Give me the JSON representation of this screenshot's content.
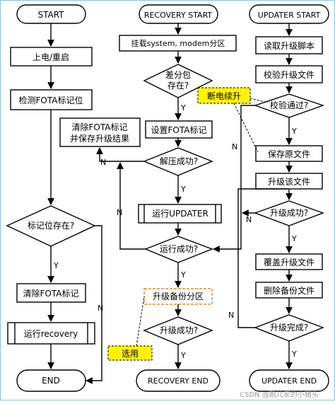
{
  "terminals": {
    "start": "START",
    "recovery_start": "RECOVERY START",
    "updater_start": "UPDATER START",
    "end": "END",
    "recovery_end": "RECOVERY END",
    "updater_end": "UPDATER END"
  },
  "col1": {
    "power_on": "上电/重启",
    "detect_flag": "检测FOTA标记位",
    "flag_exists": "标记位存在?",
    "clear_flag": "清除FOTA标记",
    "run_recovery": "运行recovery",
    "clear_save_line1": "清除FOTA标记",
    "clear_save_line2": "并保存升级结果"
  },
  "col2": {
    "mount": "挂载system, modem分区",
    "diff_line1": "差分包",
    "diff_line2": "存在?",
    "set_flag": "设置FOTA标记",
    "unzip_ok": "解压成功?",
    "run_updater": "运行UPDATER",
    "run_ok": "运行成功?",
    "backup": "升级备份分区",
    "upgrade_ok": "升级成功?"
  },
  "col3": {
    "read_script": "读取升级脚本",
    "verify_file": "校验升级文件",
    "verify_pass": "校验通过?",
    "save_file": "保存原文件",
    "upgrade_file": "升级该文件",
    "upgrade_ok": "升级成功?",
    "overwrite": "覆盖升级文件",
    "delete_backup": "删除备份文件",
    "upgrade_done": "升级完成?"
  },
  "notes": {
    "resume": "断电续升",
    "optional": "选用"
  },
  "labels": {
    "yes": "Y",
    "no": "N"
  },
  "watermark": "CSDN @跑儿家的小猪头"
}
